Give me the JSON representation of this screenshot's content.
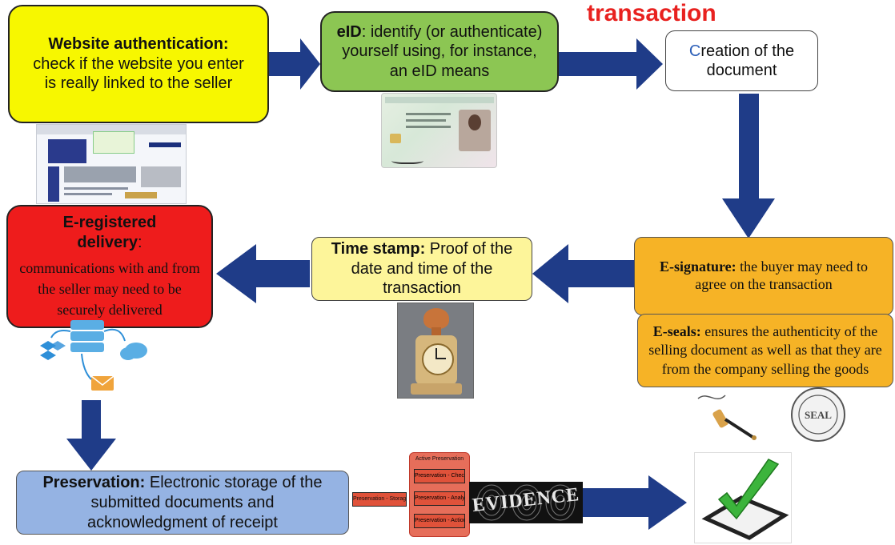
{
  "title": "transaction",
  "boxes": {
    "website_auth": {
      "bold": "Website authentication:",
      "text": "check if the website you enter is really linked to the seller",
      "color": "#f7f700"
    },
    "eid": {
      "bold": "eID",
      "text": ": identify (or authenticate) yourself using, for instance, an eID means",
      "color": "#8cc653"
    },
    "creation": {
      "first": "C",
      "text": "reation of the document"
    },
    "esignature": {
      "bold": "E-signature:",
      "text": " the buyer may need to agree on the transaction",
      "color": "#f6b326"
    },
    "eseals": {
      "bold": "E-seals:",
      "text": " ensures the authenticity of the selling document as well as that they are from the company selling the goods",
      "color": "#f6b326"
    },
    "timestamp": {
      "bold": "Time stamp:",
      "text": " Proof of the date and time of the transaction",
      "color": "#fdf59a"
    },
    "eregistered": {
      "bold1": "E-registered",
      "bold2": "delivery",
      "colon": ":",
      "text": "communications with and from the seller may need to be securely delivered",
      "color": "#ee1c1c"
    },
    "preservation": {
      "bold": "Preservation:",
      "text": " Electronic storage of the submitted documents and acknowledgment of receipt",
      "color": "#95b3e3"
    }
  },
  "preservation_diagram": {
    "storage": "Preservation - Storage",
    "active_title": "Active Preservation",
    "items": [
      "Preservation - Check",
      "Preservation - Analyse",
      "Preservation - Action"
    ]
  },
  "evidence_text": "EVIDENCE",
  "seal_text": "SEAL",
  "colors": {
    "arrow": "#1f3c88",
    "title": "#e8211f"
  }
}
